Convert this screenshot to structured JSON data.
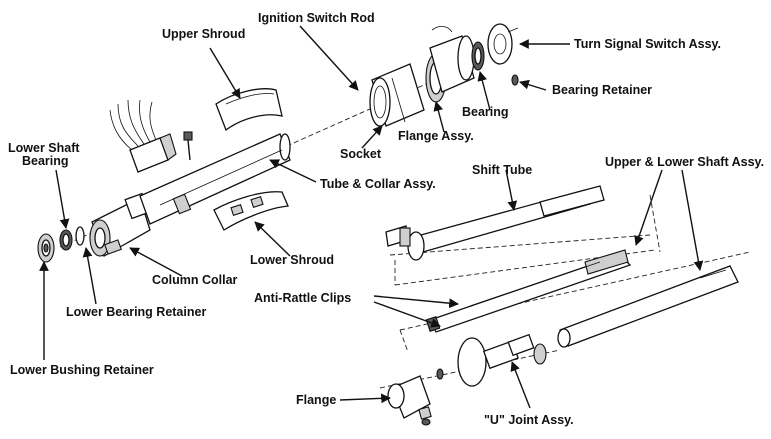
{
  "labels": {
    "upper_shroud": "Upper Shroud",
    "ignition_switch_rod": "Ignition Switch Rod",
    "turn_signal_switch_assy": "Turn Signal Switch Assy.",
    "bearing_retainer": "Bearing Retainer",
    "bearing": "Bearing",
    "flange_assy": "Flange Assy.",
    "socket": "Socket",
    "lower_shaft_bearing_line1": "Lower Shaft",
    "lower_shaft_bearing_line2": "Bearing",
    "tube_collar_assy": "Tube & Collar Assy.",
    "shift_tube": "Shift Tube",
    "upper_lower_shaft_assy": "Upper & Lower Shaft Assy.",
    "lower_shroud": "Lower Shroud",
    "column_collar": "Column Collar",
    "lower_bearing_retainer": "Lower Bearing Retainer",
    "anti_rattle_clips": "Anti-Rattle Clips",
    "lower_bushing_retainer": "Lower Bushing Retainer",
    "flange": "Flange",
    "u_joint_assy": "\"U\" Joint Assy."
  }
}
